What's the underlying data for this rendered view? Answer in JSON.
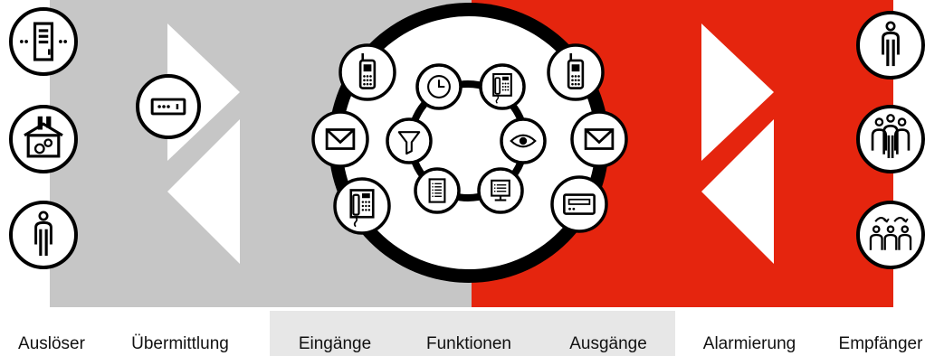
{
  "colors": {
    "gray_panel": "#c6c6c6",
    "label_band": "#e7e7e7",
    "red_panel": "#e5250e",
    "ring": "#000000",
    "icon_fill": "#ffffff",
    "triangle": "#ffffff"
  },
  "stages": [
    {
      "id": "ausloeser",
      "label": "Auslöser"
    },
    {
      "id": "uebermittlung",
      "label": "Übermittlung"
    },
    {
      "id": "eingaenge",
      "label": "Eingänge"
    },
    {
      "id": "funktionen",
      "label": "Funktionen"
    },
    {
      "id": "ausgaenge",
      "label": "Ausgänge"
    },
    {
      "id": "alarmierung",
      "label": "Alarmierung"
    },
    {
      "id": "empfaenger",
      "label": "Empfänger"
    }
  ],
  "icons": {
    "triggers": [
      "server-rack-icon",
      "factory-gears-icon",
      "person-icon"
    ],
    "transmission": [
      "transmitter-device-icon"
    ],
    "inputs": [
      "mobile-phone-icon",
      "envelope-icon",
      "desk-phone-icon"
    ],
    "functions": [
      "clock-icon",
      "phone-pager-icon",
      "eye-icon",
      "monitor-list-icon",
      "document-list-icon",
      "filter-icon"
    ],
    "outputs": [
      "mobile-phone-icon",
      "envelope-icon",
      "display-device-icon"
    ],
    "recipients": [
      "person-icon",
      "group-icon",
      "escalation-group-icon"
    ]
  }
}
